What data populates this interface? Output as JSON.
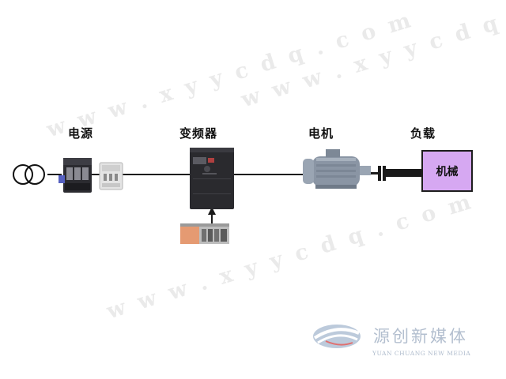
{
  "labels": {
    "power": "电源",
    "inverter": "变频器",
    "motor": "电机",
    "load": "负载"
  },
  "load_box_text": "机械",
  "watermark": "w w w . x y y c d q . c o m",
  "brand": {
    "name": "源创新媒体",
    "subtitle": "YUAN CHUANG NEW MEDIA"
  },
  "colors": {
    "load_box": "#d6a8f2",
    "line": "#1a1a1a"
  }
}
